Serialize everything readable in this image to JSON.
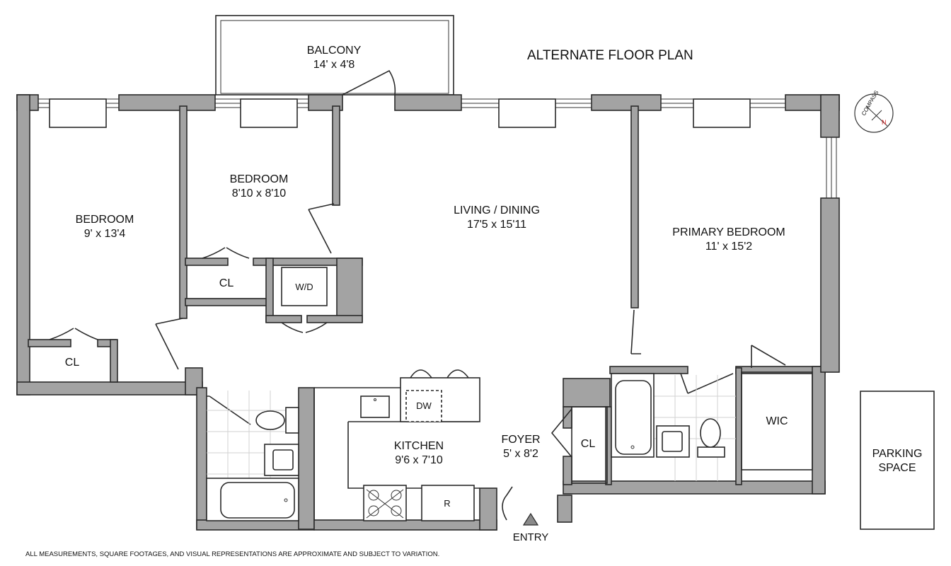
{
  "title": "ALTERNATE FLOOR PLAN",
  "rooms": {
    "balcony": {
      "name": "BALCONY",
      "size": "14' x 4'8"
    },
    "bedroom2": {
      "name": "BEDROOM",
      "size": "8'10 x 8'10"
    },
    "bedroom1": {
      "name": "BEDROOM",
      "size": "9' x 13'4"
    },
    "living": {
      "name": "LIVING / DINING",
      "size": "17'5 x 15'11"
    },
    "primary": {
      "name": "PRIMARY BEDROOM",
      "size": "11' x 15'2"
    },
    "kitchen": {
      "name": "KITCHEN",
      "size": "9'6 x 7'10"
    },
    "foyer": {
      "name": "FOYER",
      "size": "5' x 8'2"
    }
  },
  "labels": {
    "closet": "CL",
    "washer_dryer": "W/D",
    "dishwasher": "DW",
    "refrigerator": "R",
    "walk_in_closet": "WIC",
    "entry": "ENTRY",
    "parking_line1": "PARKING",
    "parking_line2": "SPACE",
    "compass": "COMPASS",
    "north": "N"
  },
  "disclaimer": "ALL MEASUREMENTS, SQUARE FOOTAGES, AND VISUAL REPRESENTATIONS ARE APPROXIMATE AND SUBJECT TO VARIATION.",
  "colors": {
    "wall": "#a3a3a3",
    "line": "#2a2a2a",
    "north_arrow": "#d62020",
    "background": "#ffffff"
  }
}
